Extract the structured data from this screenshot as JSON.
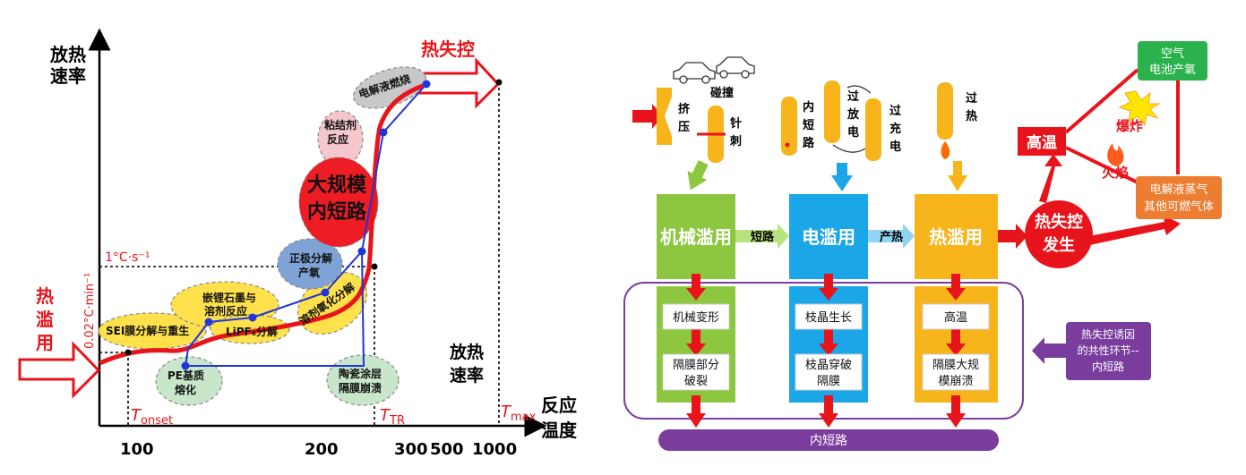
{
  "left": {
    "y_axis_label": [
      "放热",
      "速率"
    ],
    "x_axis_label": [
      "反应",
      "温度"
    ],
    "x_ticks": [
      "100",
      "200",
      "300",
      "500",
      "1000"
    ],
    "thermal_runaway": "热失控",
    "thermal_abuse": [
      "热",
      "滥",
      "用"
    ],
    "rate_1": "1°C·s⁻¹",
    "rate_002": "0.02°C·min⁻¹",
    "heat_rate": [
      "放热",
      "速率"
    ],
    "t_onset": {
      "T": "T",
      "sub": "onset"
    },
    "t_tr": {
      "T": "T",
      "sub": "TR"
    },
    "t_max": {
      "T": "T",
      "sub": "max"
    },
    "bubbles": {
      "sei": "SEI膜分解与重生",
      "graphite": [
        "嵌锂石墨与",
        "溶剂反应"
      ],
      "lipf6": "LiPF₆分解",
      "solvent_ox": "溶剂氧化分解",
      "cathode": [
        "正极分解",
        "产氧"
      ],
      "binder": [
        "粘结剂",
        "反应"
      ],
      "electrolyte": "电解液燃烧",
      "big_short": [
        "大规模",
        "内短路"
      ],
      "pe": [
        "PE基质",
        "熔化"
      ],
      "ceramic": [
        "陶瓷涂层",
        "隔膜崩溃"
      ]
    }
  },
  "right": {
    "collision": "碰撞",
    "squeeze": [
      "挤",
      "压"
    ],
    "needle": [
      "针",
      "刺"
    ],
    "internal_short": [
      "内",
      "短",
      "路"
    ],
    "over_discharge": [
      "过",
      "放",
      "电"
    ],
    "over_charge": [
      "过",
      "充",
      "电"
    ],
    "overheat": [
      "过",
      "热"
    ],
    "mech_abuse": "机械滥用",
    "elec_abuse": "电滥用",
    "heat_abuse": "热滥用",
    "short_label": "短路",
    "heat_gen_label": "产热",
    "runaway": [
      "热失控",
      "发生"
    ],
    "high_temp": "高温",
    "air": [
      "空气",
      "电池产氧"
    ],
    "explosion": "爆炸",
    "fire": "火焰",
    "gas": [
      "电解液蒸气",
      "其他可燃气体"
    ],
    "mech_deform": "机械变形",
    "sep_crack": [
      "隔膜部分",
      "破裂"
    ],
    "dendrite": "枝晶生长",
    "dendrite_pierce": [
      "枝晶穿破",
      "隔膜"
    ],
    "high_temp_box": "高温",
    "sep_collapse": [
      "隔膜大规",
      "模崩溃"
    ],
    "common_cause": [
      "热失控诱因",
      "的共性环节--",
      "内短路"
    ],
    "bottom_bar": "内短路"
  },
  "colors": {
    "red": "#e8141b",
    "green": "#8dc63f",
    "blue": "#1ba6e8",
    "yellow": "#f7b51b",
    "battery": "#f7b51b",
    "purple": "#7a3d9e",
    "orange": "#ed7d31",
    "green_box": "#2bb24c"
  }
}
